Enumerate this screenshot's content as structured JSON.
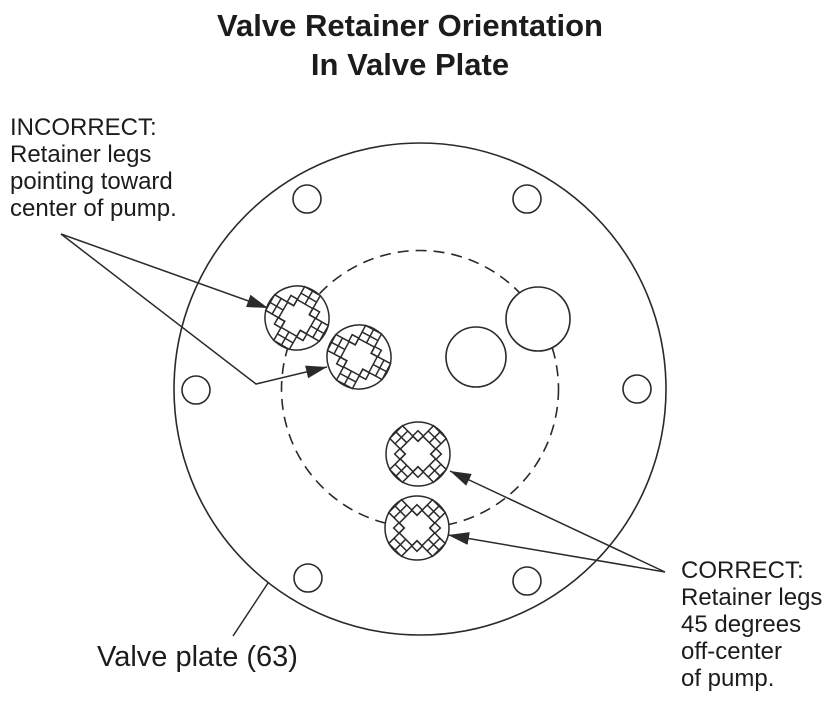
{
  "title": {
    "line1": "Valve Retainer Orientation",
    "line2": "In Valve Plate"
  },
  "labels": {
    "incorrect": {
      "lines": [
        "INCORRECT:",
        "Retainer legs",
        "pointing toward",
        "center of pump."
      ]
    },
    "correct": {
      "lines": [
        "CORRECT:",
        "Retainer legs",
        "45 degrees",
        "off-center",
        "of pump."
      ]
    },
    "valve_plate": "Valve plate (63)"
  },
  "diagram": {
    "ink_color": "#2a2a2a",
    "background_color": "#ffffff",
    "valve_plate_bolt_holes": 6,
    "incorrect_retainers": 2,
    "correct_retainers": 2,
    "plain_ports": 2,
    "pitch_circle_style": "dashed"
  }
}
